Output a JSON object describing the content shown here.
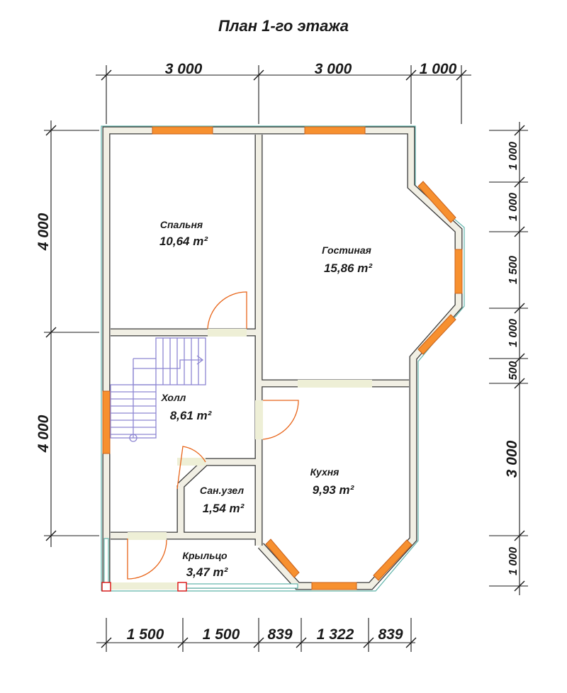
{
  "title": "План 1-го этажа",
  "top_dims": [
    "3 000",
    "3 000",
    "1 000"
  ],
  "left_dims": [
    "4 000",
    "4 000"
  ],
  "right_dims": [
    "1 000",
    "1 000",
    "1 500",
    "1 000",
    "500",
    "3 000",
    "1 000"
  ],
  "bottom_dims": [
    "1 500",
    "1 500",
    "839",
    "1 322",
    "839"
  ],
  "rooms": {
    "bedroom": {
      "name": "Спальня",
      "area": "10,64 m²"
    },
    "living": {
      "name": "Гостиная",
      "area": "15,86 m²"
    },
    "hall": {
      "name": "Холл",
      "area": "8,61 m²"
    },
    "kitchen": {
      "name": "Кухня",
      "area": "9,93 m²"
    },
    "bathroom": {
      "name": "Сан.узел",
      "area": "1,54 m²"
    },
    "porch": {
      "name": "Крыльцо",
      "area": "3,47 m²"
    }
  },
  "colors": {
    "wall_fill": "#f1efe4",
    "wall_outline": "#3a3a3a",
    "window": "#f7902f",
    "door_arc": "#e8651a",
    "stairs": "#8d86d2",
    "outer_line": "#5fb3a9"
  }
}
